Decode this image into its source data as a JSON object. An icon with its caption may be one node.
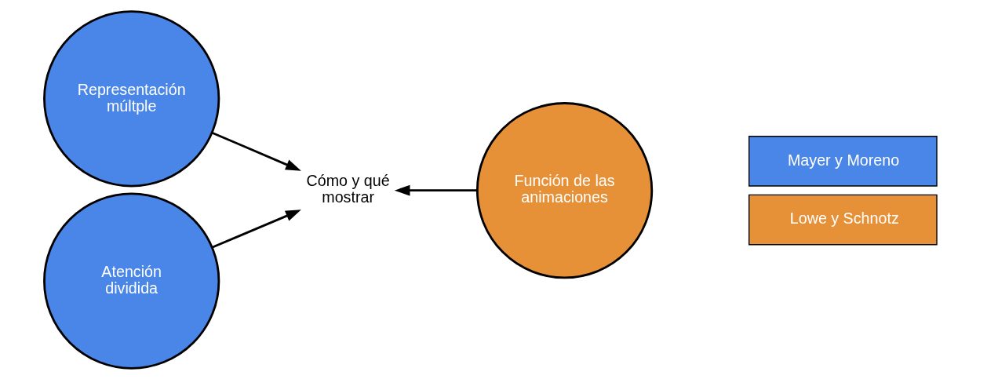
{
  "diagram": {
    "nodes": [
      {
        "text": [
          "Representación múltple"
        ]
      },
      {
        "text": [
          "Atención dividida"
        ]
      },
      {
        "text": [
          "Cómo y qué mostrar"
        ]
      },
      {
        "text": [
          "Función de las animaciones"
        ]
      }
    ],
    "edges": [
      {
        "from": 0,
        "to": 2,
        "arrow": "to"
      },
      {
        "from": 1,
        "to": 2,
        "arrow": "to"
      },
      {
        "from": 3,
        "to": 2,
        "arrow": "to"
      }
    ],
    "legend": [
      {
        "text": "Mayer y Moreno",
        "color": "#4a86e8"
      },
      {
        "text": "Lowe y Schnotz",
        "color": "#e69138"
      }
    ]
  }
}
